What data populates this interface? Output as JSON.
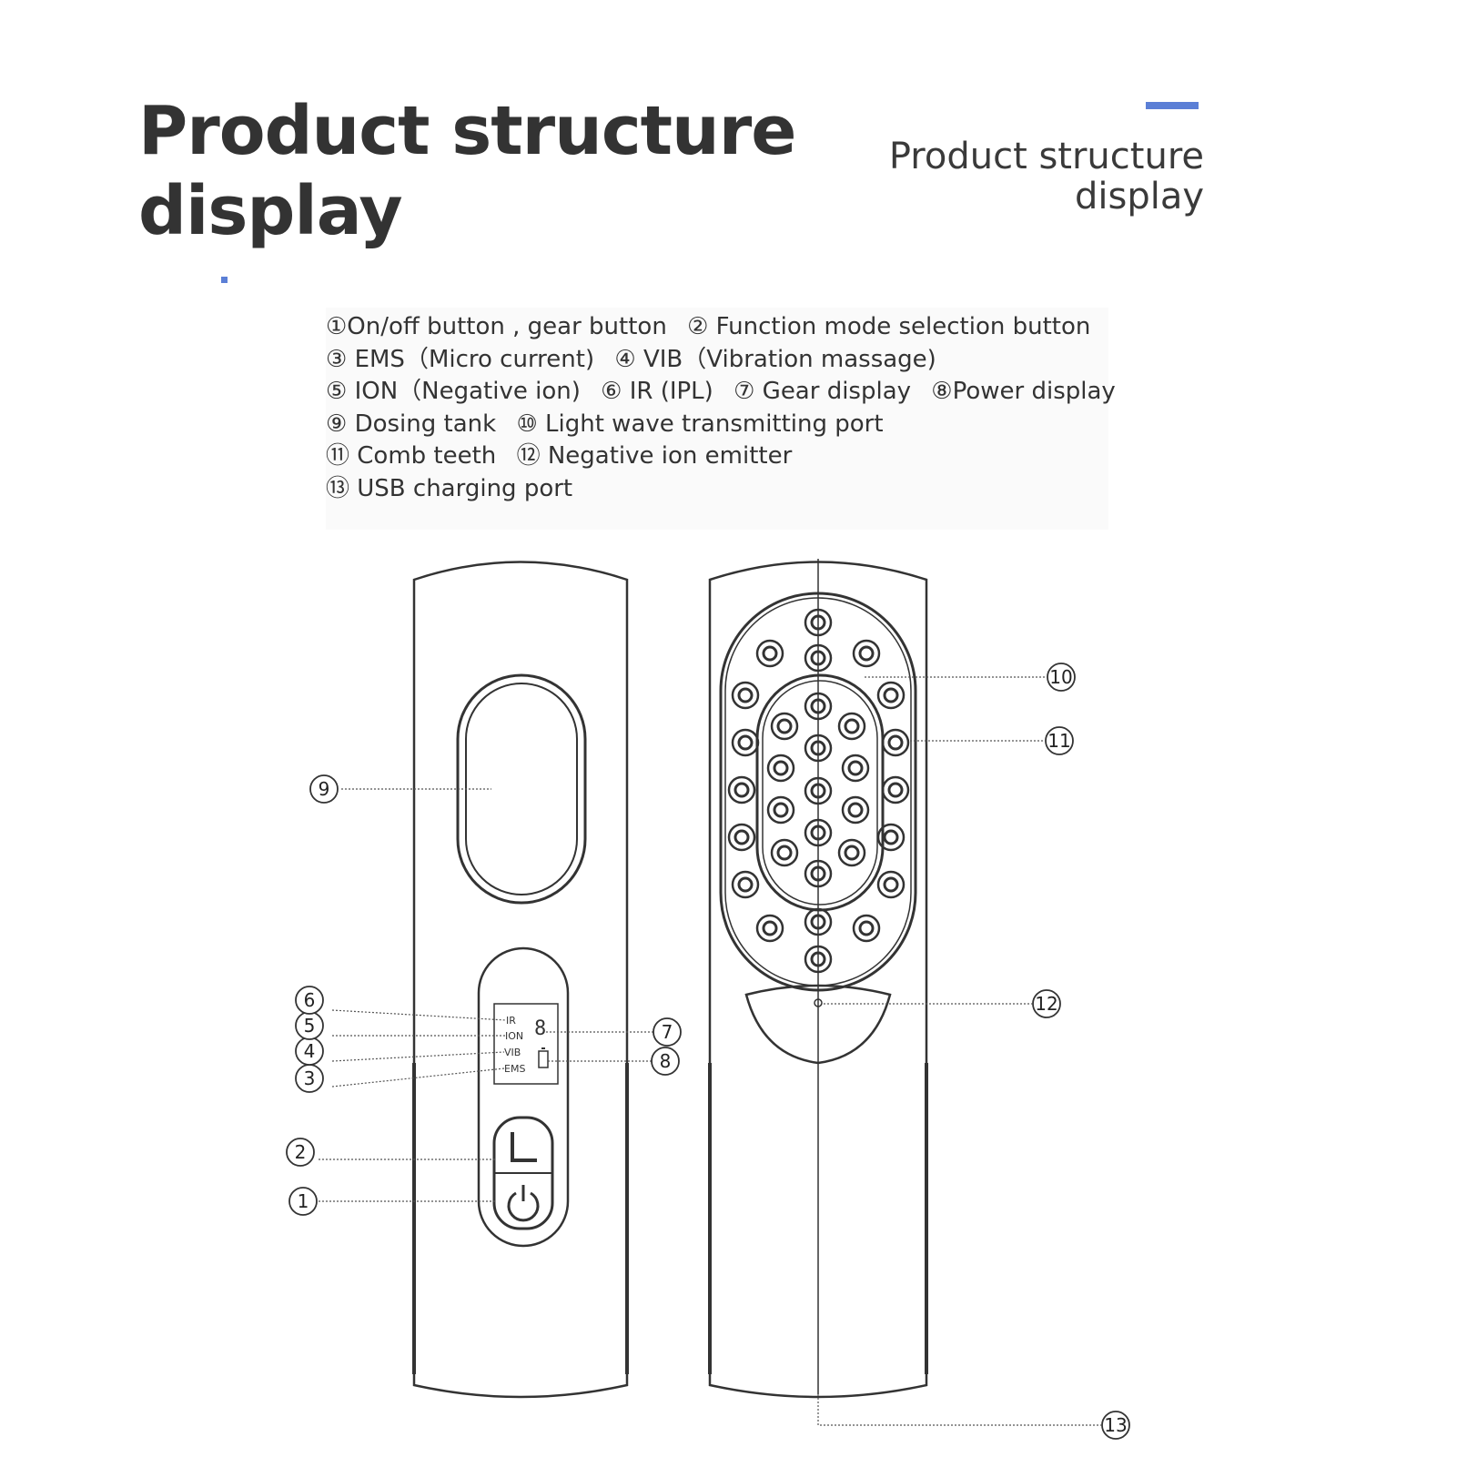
{
  "header": {
    "title_line1": "Product structure",
    "title_line2": "display",
    "subtitle_line1": "Product structure",
    "subtitle_line2": "display"
  },
  "colors": {
    "accent": "#5b7fd6",
    "line": "#333333",
    "text": "#333333"
  },
  "legend": {
    "lines": [
      [
        "①On/off button , gear button",
        "② Function mode selection button"
      ],
      [
        "③ EMS（Micro current)",
        "④ VIB（Vibration massage)"
      ],
      [
        "⑤ ION（Negative ion)",
        "⑥ IR (IPL)",
        "⑦ Gear display",
        "⑧Power display"
      ],
      [
        "⑨ Dosing tank",
        "⑩ Light wave transmitting port"
      ],
      [
        "⑪ Comb teeth",
        "⑫ Negative ion emitter"
      ],
      [
        "⑬ USB charging port"
      ]
    ]
  },
  "display_panel": {
    "ir": "IR",
    "ion": "ION",
    "vib": "VIB",
    "ems": "EMS",
    "gear_digit": "8"
  },
  "callouts": [
    "1",
    "2",
    "3",
    "4",
    "5",
    "6",
    "7",
    "8",
    "9",
    "10",
    "11",
    "12",
    "13"
  ]
}
